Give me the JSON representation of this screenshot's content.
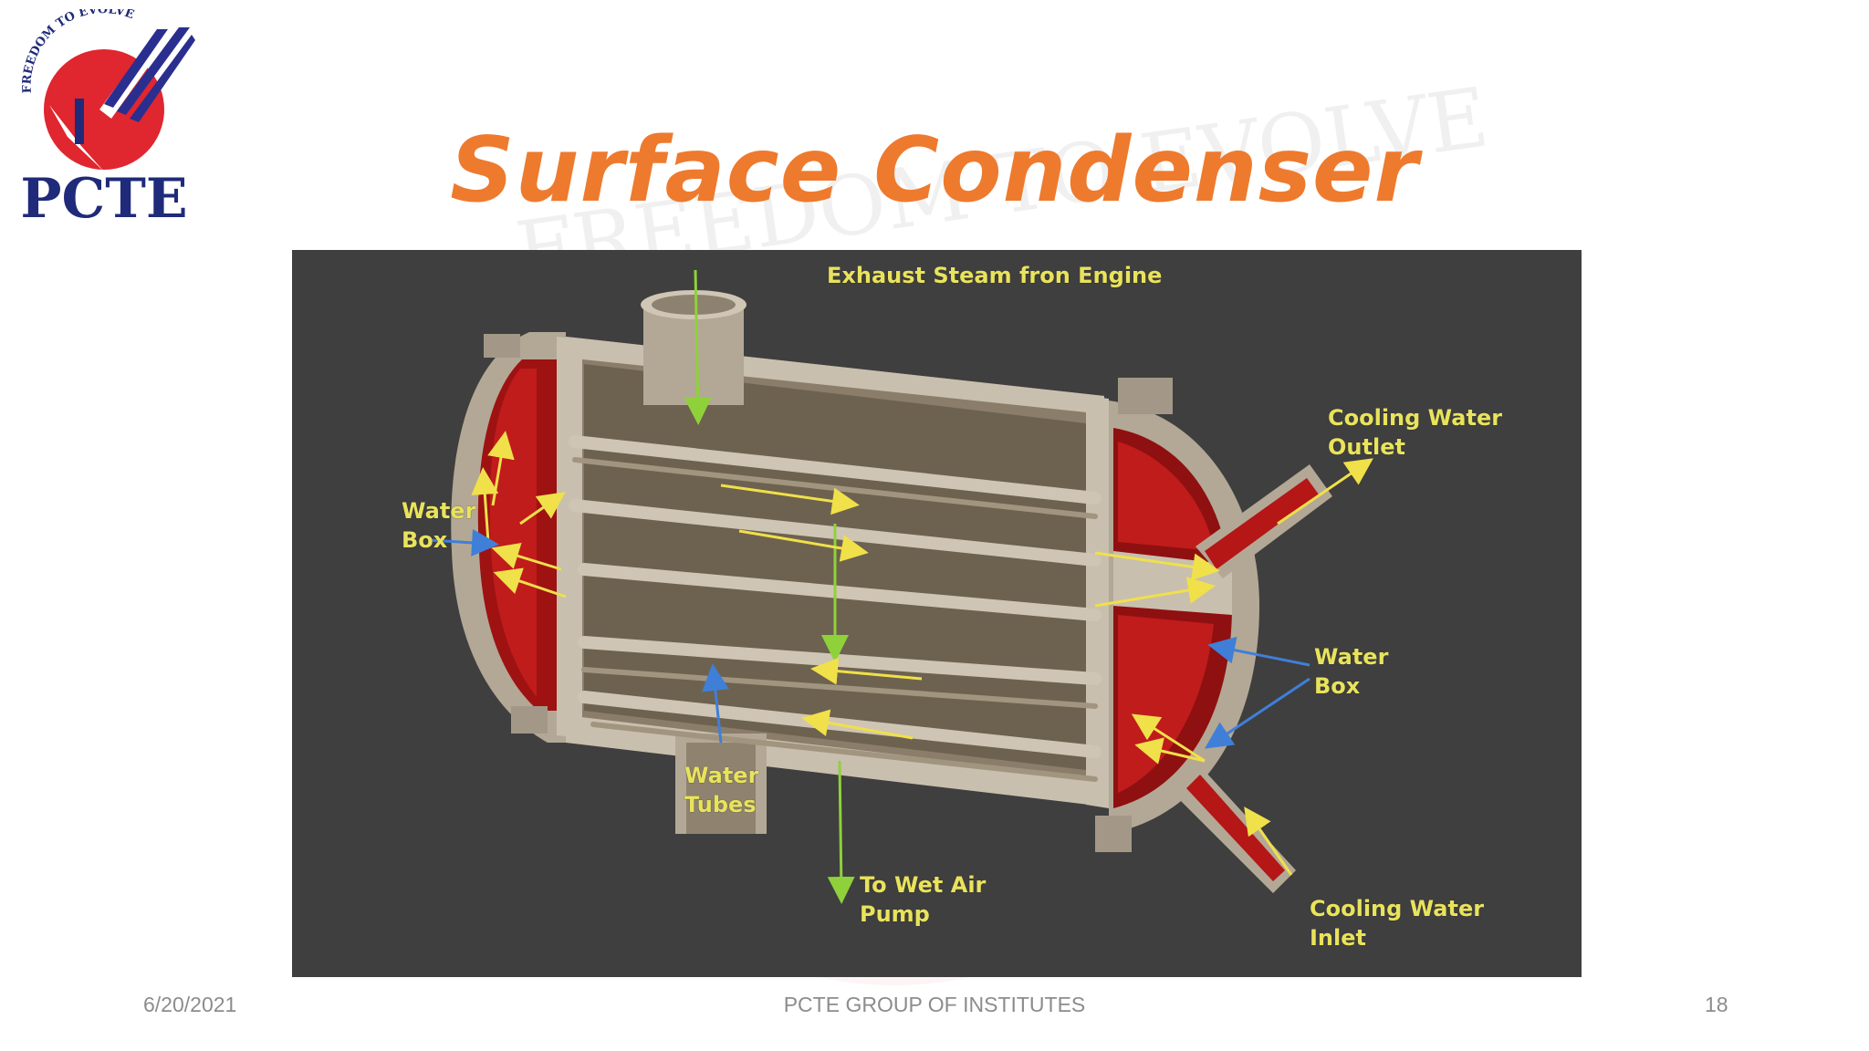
{
  "logo": {
    "brand": "PCTE",
    "motto": "FREEDOM TO EVOLVE"
  },
  "watermark_text": "FREEDOM TO EVOLVE",
  "slide": {
    "title": "Surface Condenser"
  },
  "diagram": {
    "labels": {
      "exhaust_steam": "Exhaust Steam fron Engine",
      "cooling_water_outlet": "Cooling Water\nOutlet",
      "water_box_left": "Water\nBox",
      "water_box_right": "Water\nBox",
      "water_tubes": "Water\nTubes",
      "to_wet_air_pump": "To Wet Air\nPump",
      "cooling_water_inlet": "Cooling Water\nInlet"
    },
    "colors": {
      "background": "#3f3f3f",
      "shell": "#b3a896",
      "water_box": "#b51616",
      "steam_arrow": "#8fd13a",
      "water_arrow": "#f0e04a",
      "pointer_arrow": "#3f7fd8"
    }
  },
  "footer": {
    "date": "6/20/2021",
    "org": "PCTE GROUP OF INSTITUTES",
    "page_number": "18"
  }
}
